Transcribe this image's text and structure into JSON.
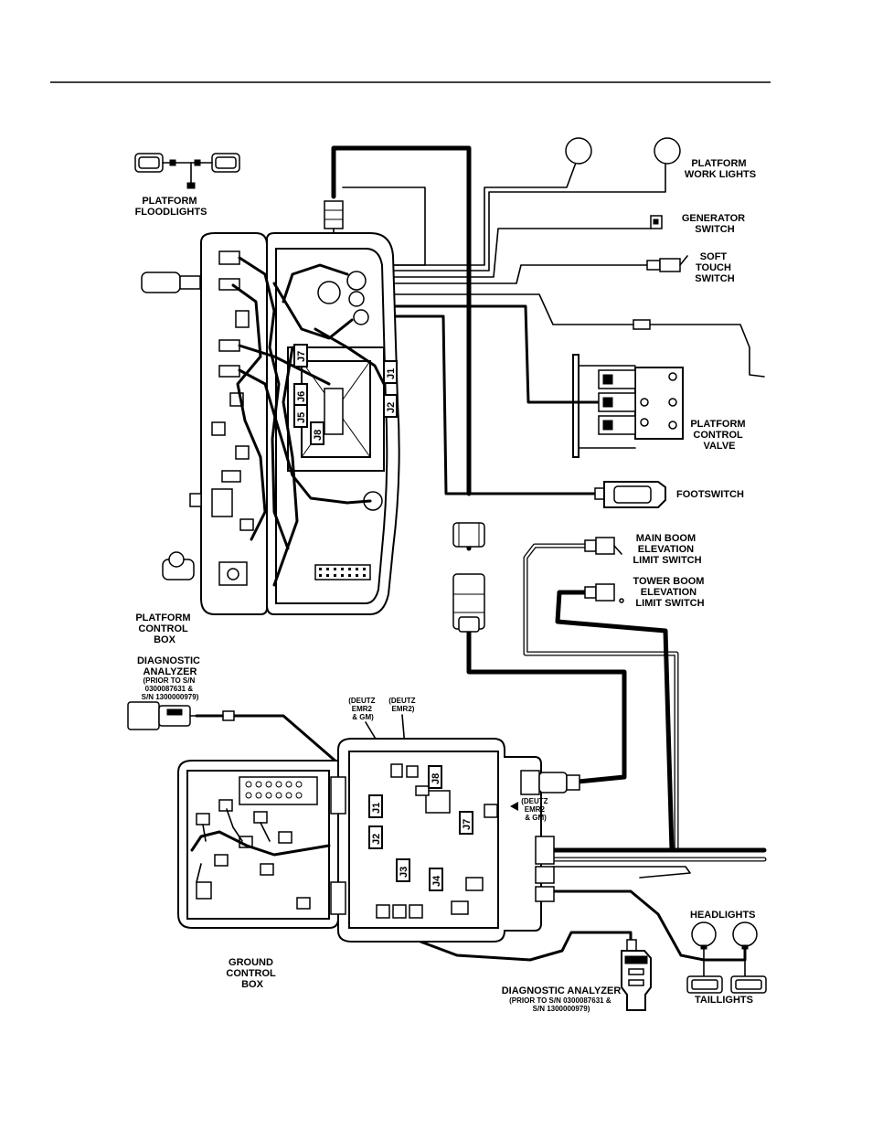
{
  "labels": {
    "platform_floodlights": [
      "PLATFORM",
      "FLOODLIGHTS"
    ],
    "platform_work_lights": [
      "PLATFORM",
      "WORK LIGHTS"
    ],
    "generator_switch": [
      "GENERATOR",
      "SWITCH"
    ],
    "soft_touch_switch": [
      "SOFT",
      "TOUCH",
      "SWITCH"
    ],
    "platform_control_valve": [
      "PLATFORM",
      "CONTROL",
      "VALVE"
    ],
    "footswitch": [
      "FOOTSWITCH"
    ],
    "main_boom_elevation_limit_switch": [
      "MAIN BOOM",
      "ELEVATION",
      "LIMIT SWITCH"
    ],
    "tower_boom_elevation_limit_switch": [
      "TOWER BOOM",
      "ELEVATION",
      "LIMIT SWITCH"
    ],
    "platform_control_box": [
      "PLATFORM",
      "CONTROL",
      "BOX"
    ],
    "diagnostic_analyzer_top": [
      "DIAGNOSTIC",
      "ANALYZER"
    ],
    "diagnostic_analyzer_top_note": [
      "(PRIOR TO S/N",
      "0300087631 &",
      "S/N 1300000979)"
    ],
    "deutz_emr2_gm_1": [
      "(DEUTZ",
      "EMR2",
      "& GM)"
    ],
    "deutz_emr2": [
      "(DEUTZ",
      "EMR2)"
    ],
    "deutz_emr2_gm_2": [
      "(DEUTZ",
      "EMR2",
      "& GM)"
    ],
    "ground_control_box": [
      "GROUND",
      "CONTROL",
      "BOX"
    ],
    "headlights": [
      "HEADLIGHTS"
    ],
    "taillights": [
      "TAILLIGHTS"
    ],
    "diagnostic_analyzer_bottom": [
      "DIAGNOSTIC ANALYZER"
    ],
    "diagnostic_analyzer_bottom_note": [
      "(PRIOR TO S/N 0300087631 &",
      "S/N 1300000979)"
    ]
  },
  "connectors": {
    "platform_box": [
      "J1",
      "J2",
      "J5",
      "J6",
      "J7",
      "J8"
    ],
    "ground_box": [
      "J1",
      "J2",
      "J3",
      "J4",
      "J7",
      "J8"
    ]
  },
  "colors": {
    "line": "#000000",
    "background": "#ffffff"
  }
}
